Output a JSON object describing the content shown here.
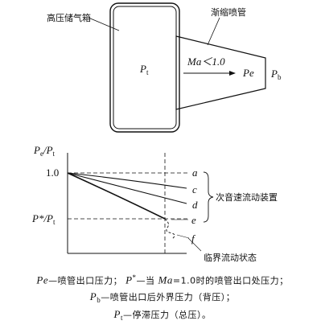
{
  "apparatus": {
    "tank_label": "高压储气箱",
    "nozzle_label": "渐缩喷管",
    "stagnation_symbol": "P",
    "stagnation_sub": "t",
    "flow_label": "Ma＜1.0",
    "exit_symbol": "Pe",
    "back_symbol": "P",
    "back_sub": "b"
  },
  "graph": {
    "y_axis_label_main": "P",
    "y_axis_label_sub1": "e",
    "y_axis_label_slash": "/P",
    "y_axis_label_sub2": "t",
    "tick_one": "1.0",
    "tick_critical_main": "P*/P",
    "tick_critical_sub": "t",
    "curve_labels": [
      "a",
      "c",
      "d",
      "e",
      "f"
    ],
    "subsonic_label": "次音速流动装置",
    "critical_label": "临界流动状态"
  },
  "caption": {
    "line1_pe": "Pe",
    "line1_pe_def": "—喷管出口压力；",
    "line1_pstar": "P",
    "line1_pstar_sup": "*",
    "line1_pstar_def": "—当",
    "line1_ma": "Ma",
    "line1_ma_rest": "=1.0时的喷管出口处压力；",
    "line2_pb": "P",
    "line2_pb_sub": "b",
    "line2_pb_def": "—喷管出口后外界压力（背压）；",
    "line3_pt": "P",
    "line3_pt_sub": "t",
    "line3_pt_def": "—停滞压力（总压）。"
  }
}
